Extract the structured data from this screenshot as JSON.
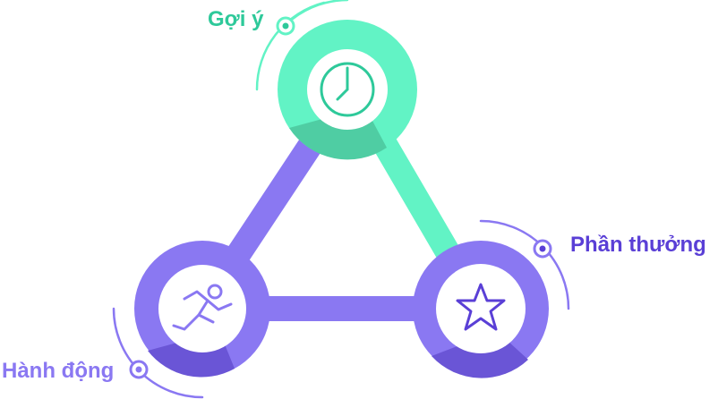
{
  "nodes": {
    "cue": {
      "label": "Gợi ý",
      "icon": "clock-icon",
      "color": "#2ec99a"
    },
    "reward": {
      "label": "Phần thưởng",
      "icon": "star-icon",
      "color": "#5a3fd6"
    },
    "action": {
      "label": "Hành động",
      "icon": "running-person-icon",
      "color": "#8a78f2"
    }
  },
  "colors": {
    "green": "#62f3c5",
    "green_dark": "#4fcda3",
    "purple": "#8a78f2",
    "purple_dark": "#6a55d6",
    "icon_purple": "#5a3fd6",
    "icon_green": "#2ec99a"
  }
}
